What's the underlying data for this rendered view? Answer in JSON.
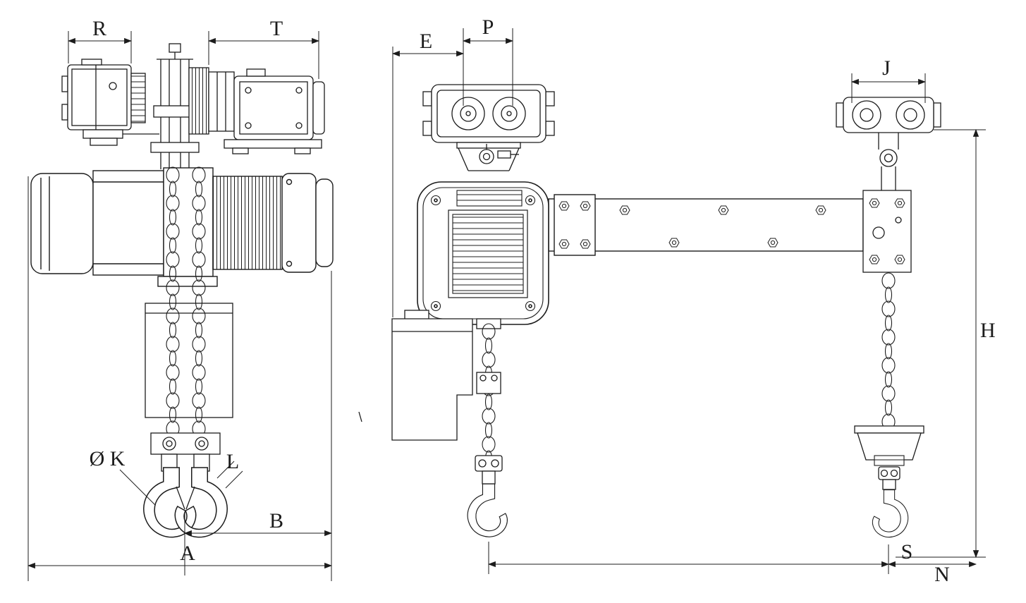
{
  "drawing": {
    "background": "#ffffff",
    "line_color": "#1c1c1c",
    "labels": {
      "R": "R",
      "T": "T",
      "E": "E",
      "P": "P",
      "J": "J",
      "H": "H",
      "S": "S",
      "N": "N",
      "A": "A",
      "B": "B",
      "K": "Ø K",
      "L": "L"
    }
  }
}
